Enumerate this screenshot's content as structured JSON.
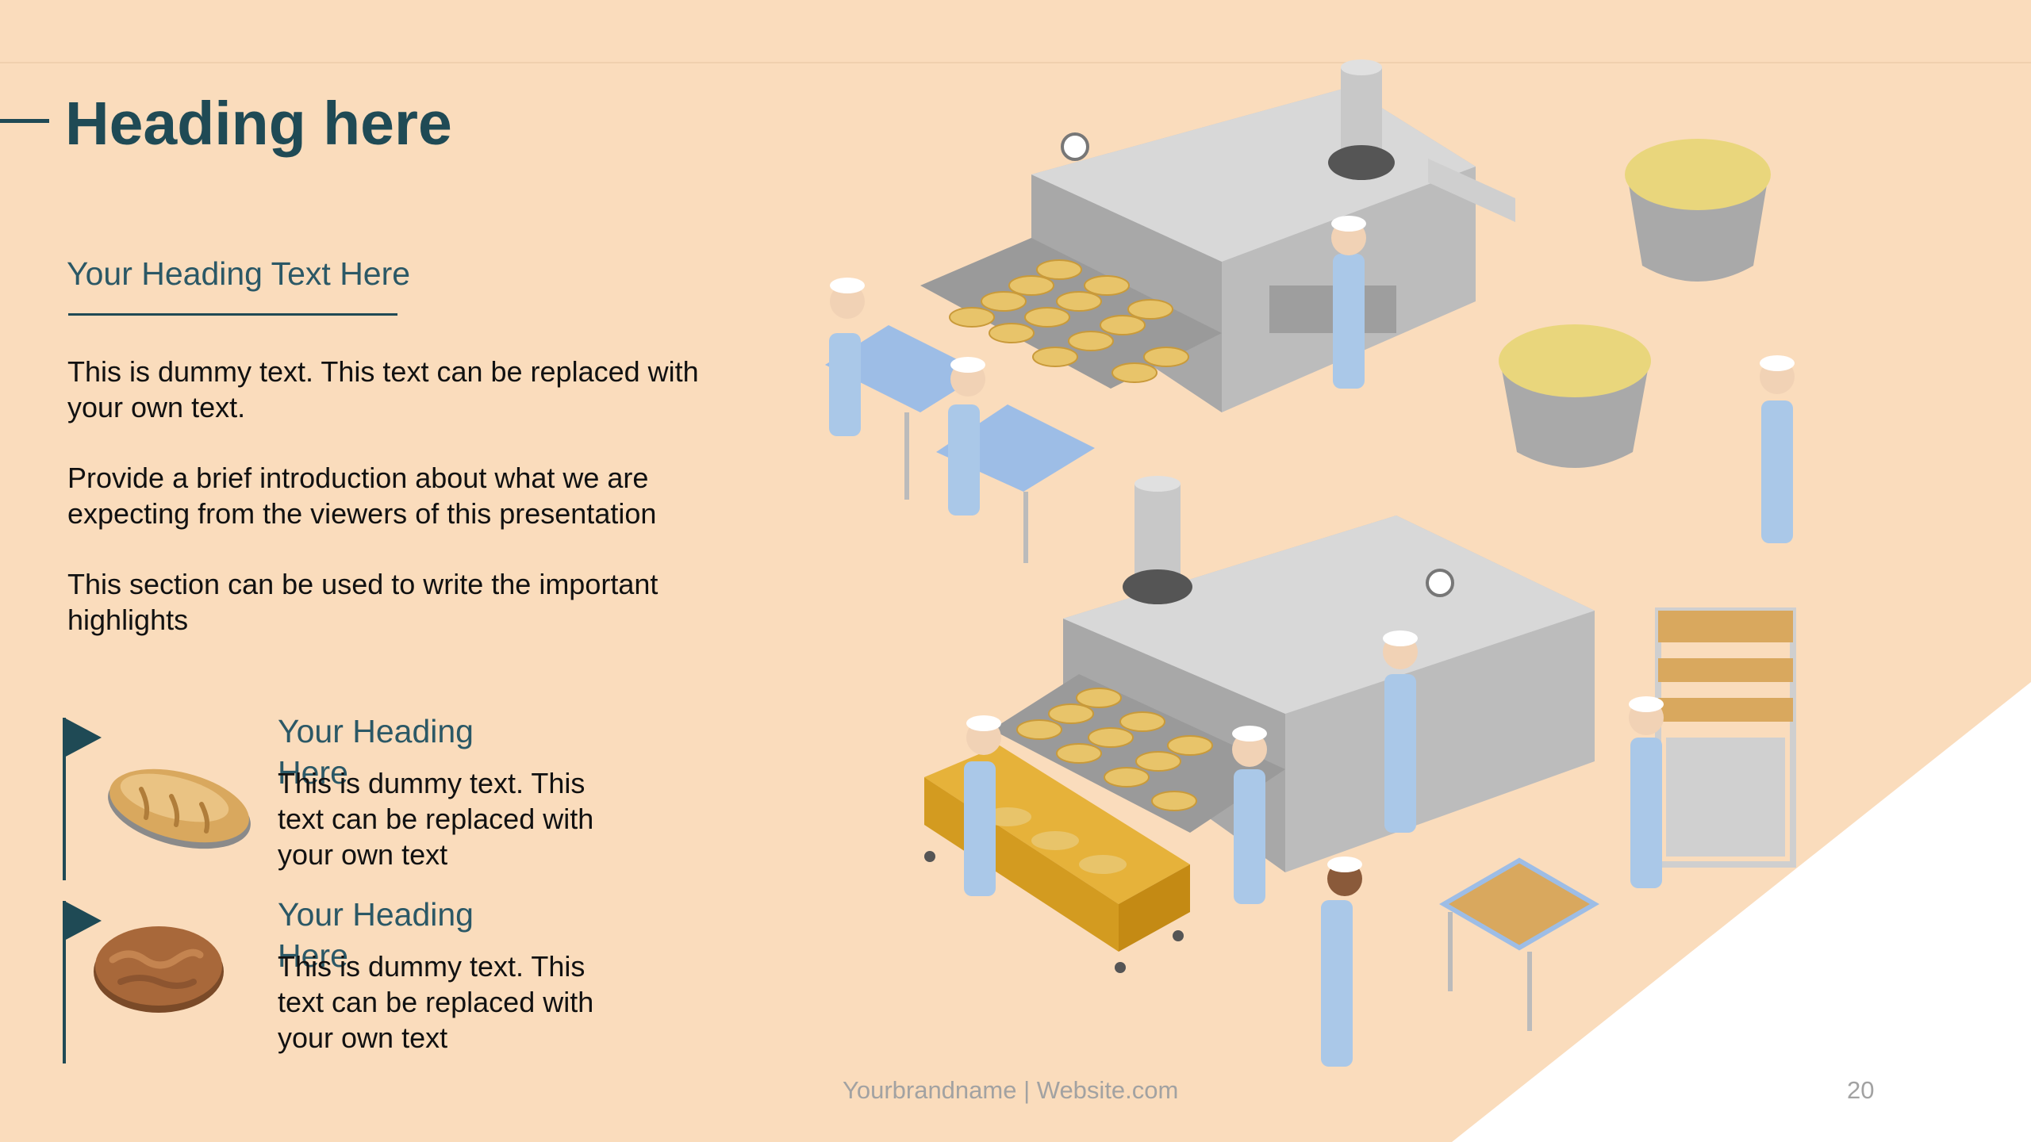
{
  "slide": {
    "heading": "Heading here",
    "subheading": "Your Heading Text Here",
    "paragraphs": [
      "This is dummy text. This text can be replaced with your own text.",
      "Provide a brief introduction about what we are expecting from the viewers of this presentation",
      "This section can be used to write the important highlights"
    ],
    "features": [
      {
        "title": "Your Heading Here",
        "text": "This is dummy text. This text can be replaced with your own text",
        "icon": "baguette-icon"
      },
      {
        "title": "Your Heading Here",
        "text": "This is dummy text. This text can be replaced with your own text",
        "icon": "round-bread-icon"
      }
    ],
    "footer": "Yourbrandname | Website.com",
    "page_number": "20"
  },
  "illustration": {
    "name": "bakery-factory-illustration"
  },
  "colors": {
    "background": "#fadcbc",
    "heading": "#1f4a55",
    "accent": "#2b5866",
    "footer": "#a2a2a2"
  }
}
